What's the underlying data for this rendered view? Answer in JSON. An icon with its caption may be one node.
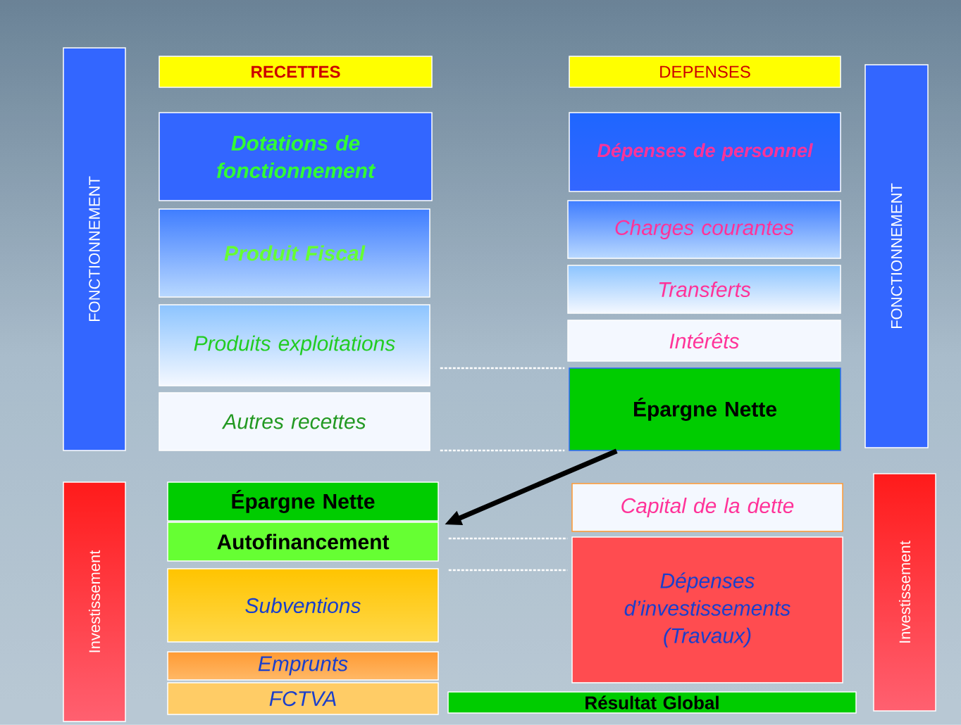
{
  "diagram": {
    "nodes": [
      {
        "text": [
          "FONCTIONNEMENT"
        ]
      },
      {
        "text": [
          "RECETTES"
        ]
      },
      {
        "text": [
          "Dotations de fonctionnement"
        ]
      },
      {
        "text": [
          "Produit Fiscal"
        ]
      },
      {
        "text": [
          "Produits exploitations"
        ]
      },
      {
        "text": [
          "Autres recettes"
        ]
      },
      {
        "text": [
          "DEPENSES"
        ]
      },
      {
        "text": [
          "Dépenses de personnel"
        ]
      },
      {
        "text": [
          "Charges courantes"
        ]
      },
      {
        "text": [
          "Transferts"
        ]
      },
      {
        "text": [
          "Intérêts"
        ]
      },
      {
        "text": [
          "Épargne Nette"
        ]
      },
      {
        "text": [
          "FONCTIONNEMENT"
        ]
      },
      {
        "text": [
          "Investissement"
        ]
      },
      {
        "text": [
          "Épargne Nette"
        ]
      },
      {
        "text": [
          "Autofinancement"
        ]
      },
      {
        "text": [
          "Subventions"
        ]
      },
      {
        "text": [
          "Emprunts"
        ]
      },
      {
        "text": [
          "FCTVA"
        ]
      },
      {
        "text": [
          "Capital de la dette"
        ]
      },
      {
        "text": [
          "Dépenses d’investissements (Travaux)"
        ]
      },
      {
        "text": [
          "Investissement"
        ]
      },
      {
        "text": [
          "Résultat Global"
        ]
      }
    ],
    "edges": [
      {
        "from": 4,
        "to": 11,
        "arrow": "none",
        "style": "dashed"
      },
      {
        "from": 5,
        "to": 11,
        "arrow": "none",
        "style": "dashed"
      },
      {
        "from": 11,
        "to": 15,
        "arrow": "to",
        "style": "thick",
        "color": "#000000"
      },
      {
        "from": 15,
        "to": 20,
        "arrow": "none",
        "style": "dashed"
      },
      {
        "from": 16,
        "to": 20,
        "arrow": "none",
        "style": "dashed"
      }
    ]
  }
}
